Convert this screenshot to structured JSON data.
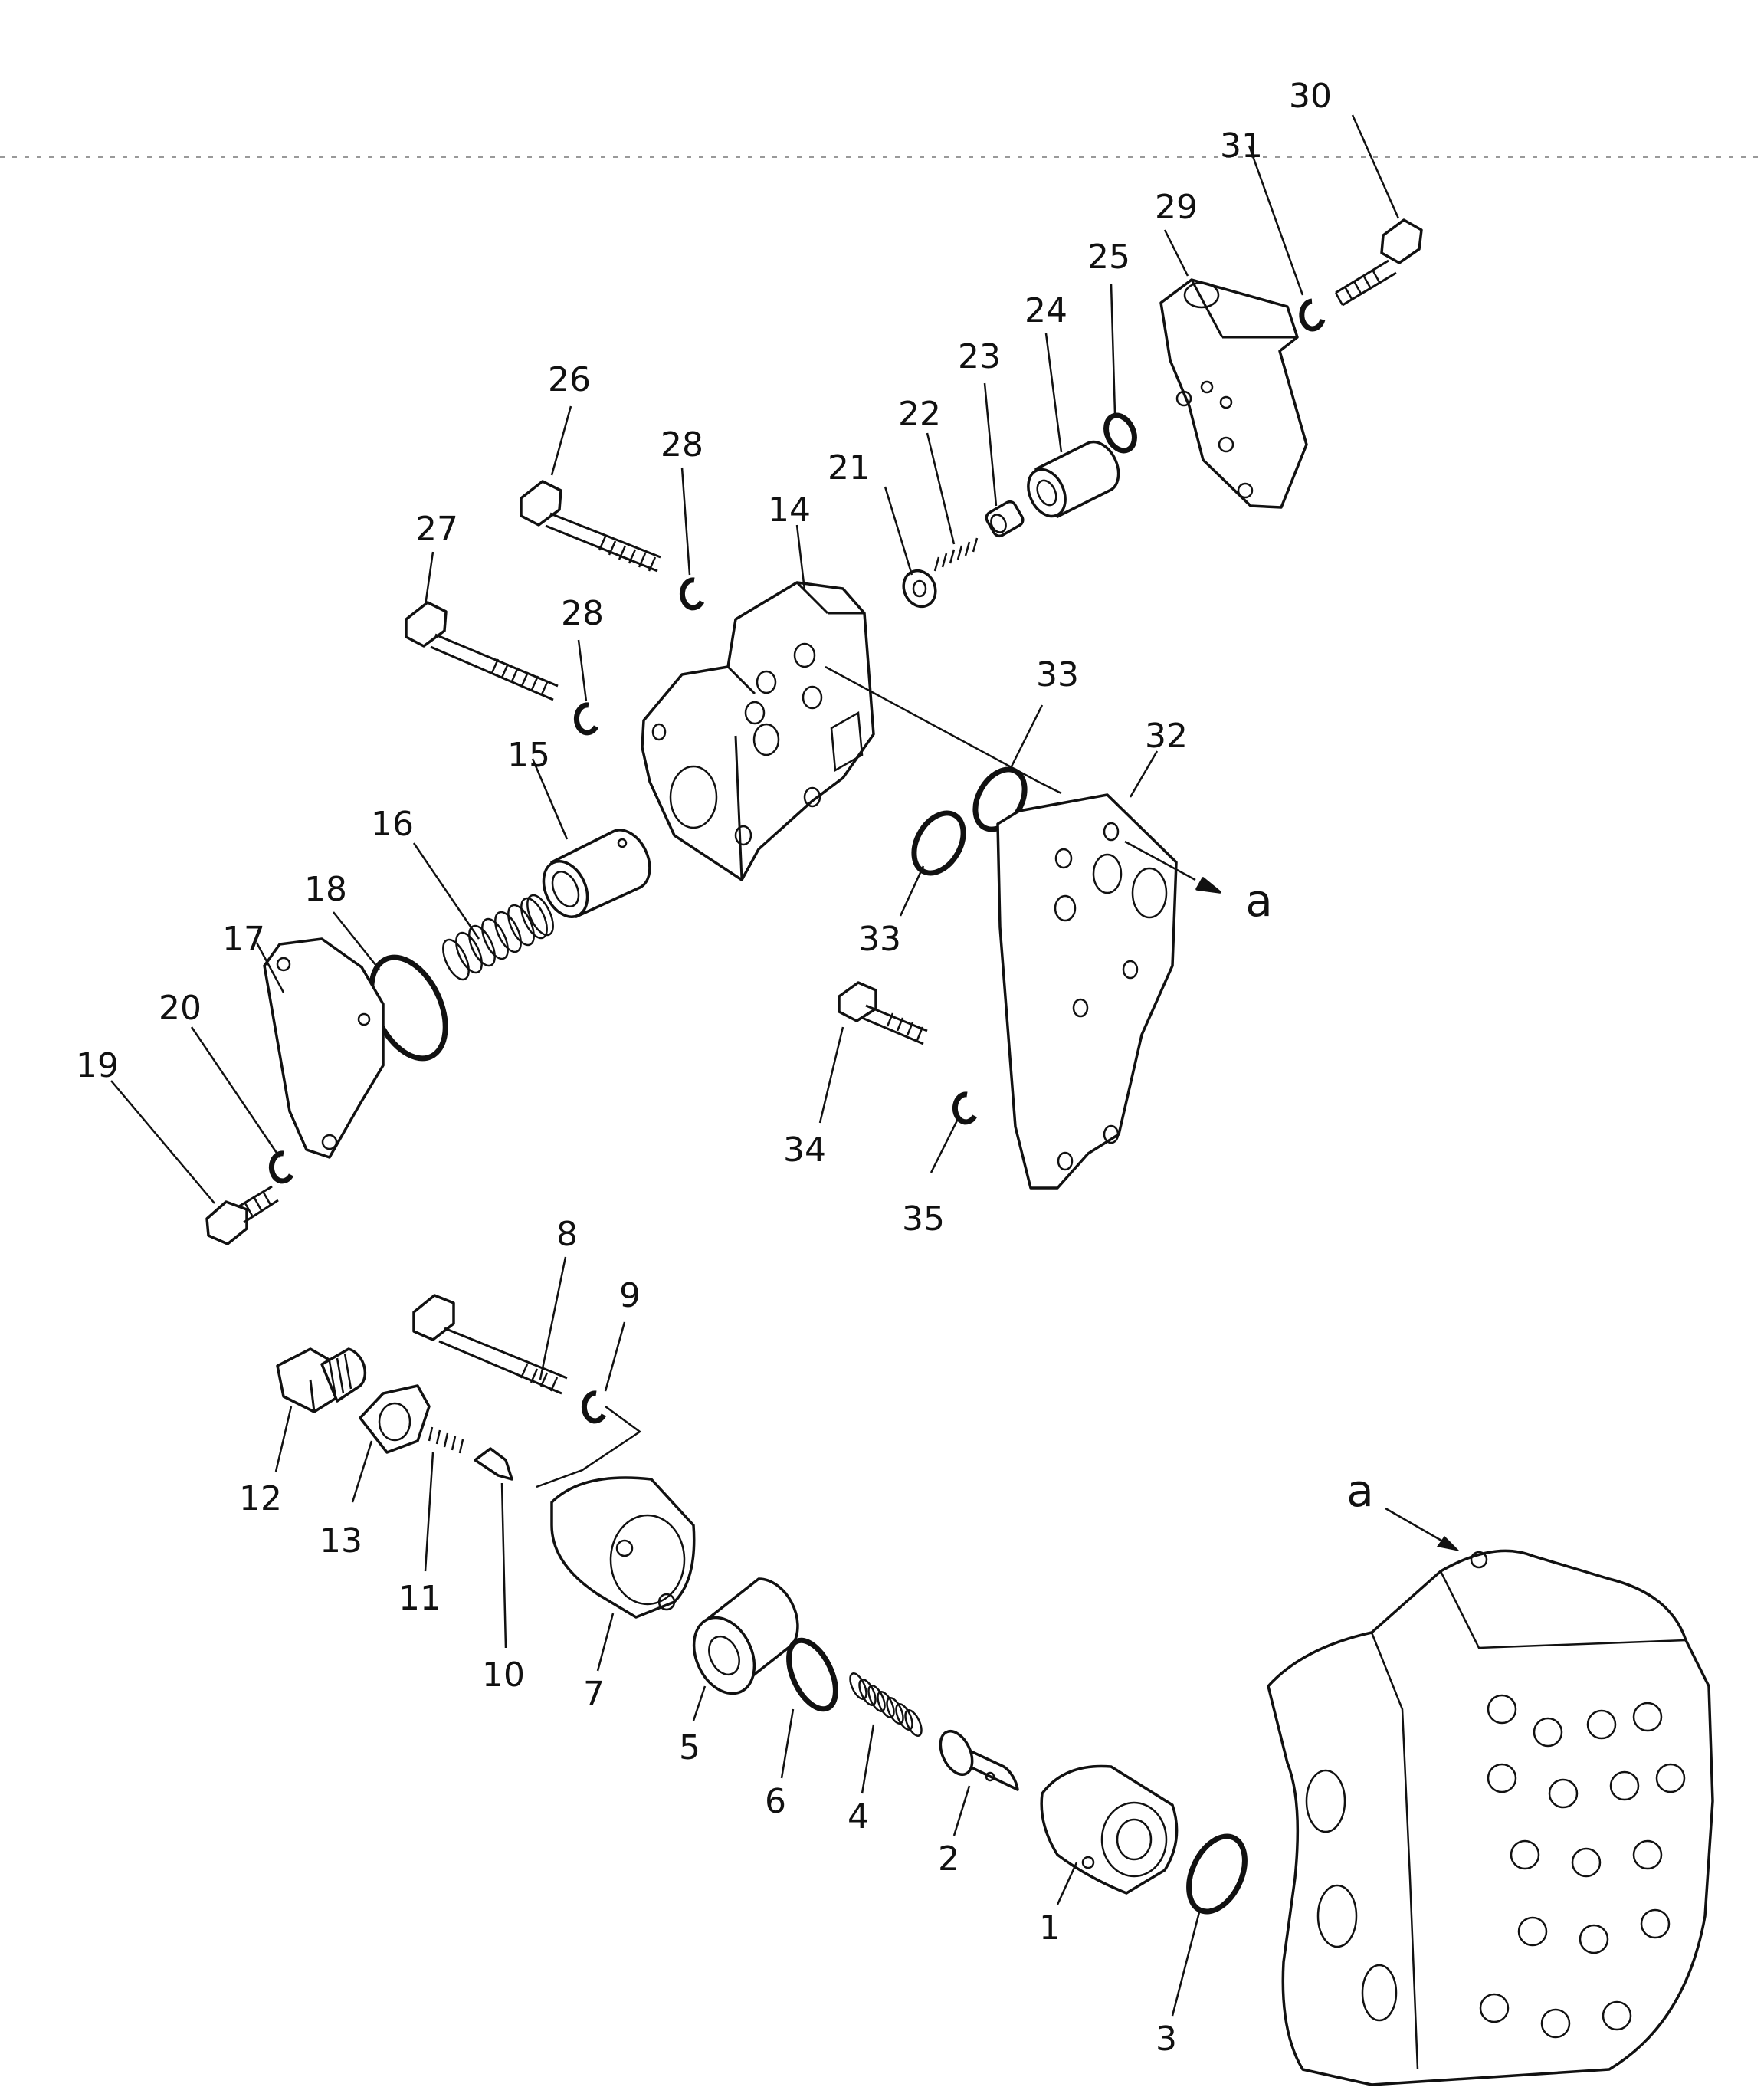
{
  "diagram": {
    "callouts": [
      {
        "id": "1",
        "text": "1"
      },
      {
        "id": "2",
        "text": "2"
      },
      {
        "id": "3",
        "text": "3"
      },
      {
        "id": "4",
        "text": "4"
      },
      {
        "id": "5",
        "text": "5"
      },
      {
        "id": "6",
        "text": "6"
      },
      {
        "id": "7",
        "text": "7"
      },
      {
        "id": "8",
        "text": "8"
      },
      {
        "id": "9",
        "text": "9"
      },
      {
        "id": "10",
        "text": "10"
      },
      {
        "id": "11",
        "text": "11"
      },
      {
        "id": "12",
        "text": "12"
      },
      {
        "id": "13",
        "text": "13"
      },
      {
        "id": "14",
        "text": "14"
      },
      {
        "id": "15",
        "text": "15"
      },
      {
        "id": "16",
        "text": "16"
      },
      {
        "id": "17",
        "text": "17"
      },
      {
        "id": "18",
        "text": "18"
      },
      {
        "id": "19",
        "text": "19"
      },
      {
        "id": "20",
        "text": "20"
      },
      {
        "id": "21",
        "text": "21"
      },
      {
        "id": "22",
        "text": "22"
      },
      {
        "id": "23",
        "text": "23"
      },
      {
        "id": "24",
        "text": "24"
      },
      {
        "id": "25",
        "text": "25"
      },
      {
        "id": "26",
        "text": "26"
      },
      {
        "id": "27",
        "text": "27"
      },
      {
        "id": "28a",
        "text": "28"
      },
      {
        "id": "28b",
        "text": "28"
      },
      {
        "id": "29",
        "text": "29"
      },
      {
        "id": "30",
        "text": "30"
      },
      {
        "id": "31",
        "text": "31"
      },
      {
        "id": "32",
        "text": "32"
      },
      {
        "id": "33a",
        "text": "33"
      },
      {
        "id": "33b",
        "text": "33"
      },
      {
        "id": "34",
        "text": "34"
      },
      {
        "id": "35",
        "text": "35"
      }
    ],
    "reference_marks": [
      {
        "id": "a-upper",
        "text": "a"
      },
      {
        "id": "a-lower",
        "text": "a"
      }
    ]
  }
}
